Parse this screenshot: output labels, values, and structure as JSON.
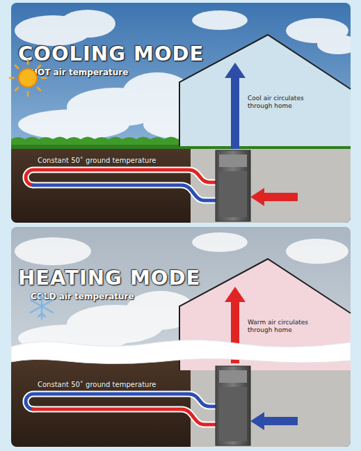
{
  "diagram": {
    "nodes": [
      {
        "text": [
          "COOLING MODE",
          "HOT air temperature",
          "Constant 50˚ ground temperature"
        ]
      },
      {
        "text": [
          "Cool air circulates through home"
        ],
        "in": 0
      },
      {
        "text": [
          "HEATING MODE",
          "COLD air temperature",
          "Constant 50˚ ground temperature"
        ]
      },
      {
        "text": [
          "Warm air circulates through home"
        ],
        "in": 2
      }
    ]
  }
}
